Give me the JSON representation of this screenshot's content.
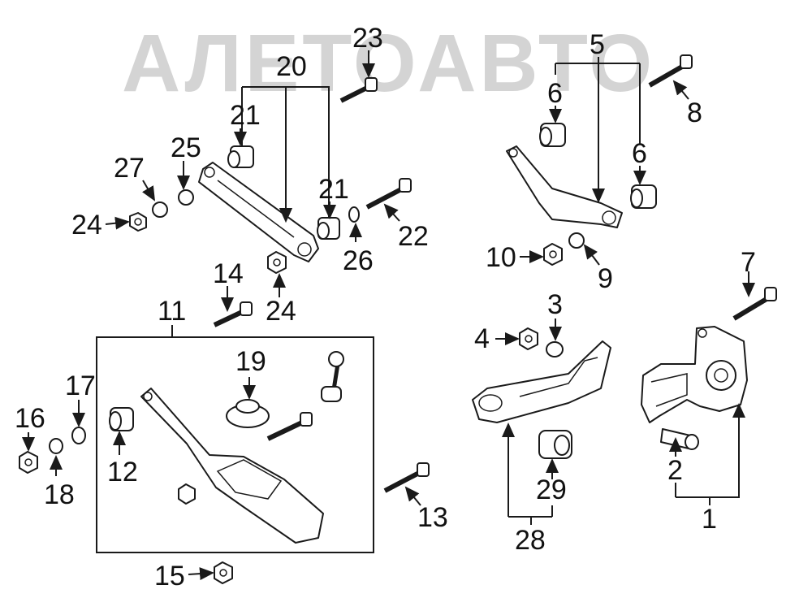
{
  "watermark": {
    "text": "АЛЕТОАВТО"
  },
  "callouts": {
    "c1": "1",
    "c2": "2",
    "c3": "3",
    "c4": "4",
    "c5": "5",
    "c6a": "6",
    "c6b": "6",
    "c7": "7",
    "c8": "8",
    "c9": "9",
    "c10": "10",
    "c11": "11",
    "c12": "12",
    "c13": "13",
    "c14": "14",
    "c15": "15",
    "c16": "16",
    "c17": "17",
    "c18": "18",
    "c19": "19",
    "c20": "20",
    "c21a": "21",
    "c21b": "21",
    "c22": "22",
    "c23": "23",
    "c24a": "24",
    "c24b": "24",
    "c25": "25",
    "c26": "26",
    "c27": "27",
    "c28": "28",
    "c29": "29"
  },
  "colors": {
    "line": "#1a1a1a",
    "watermark": "#d4d4d4",
    "background": "#ffffff"
  }
}
